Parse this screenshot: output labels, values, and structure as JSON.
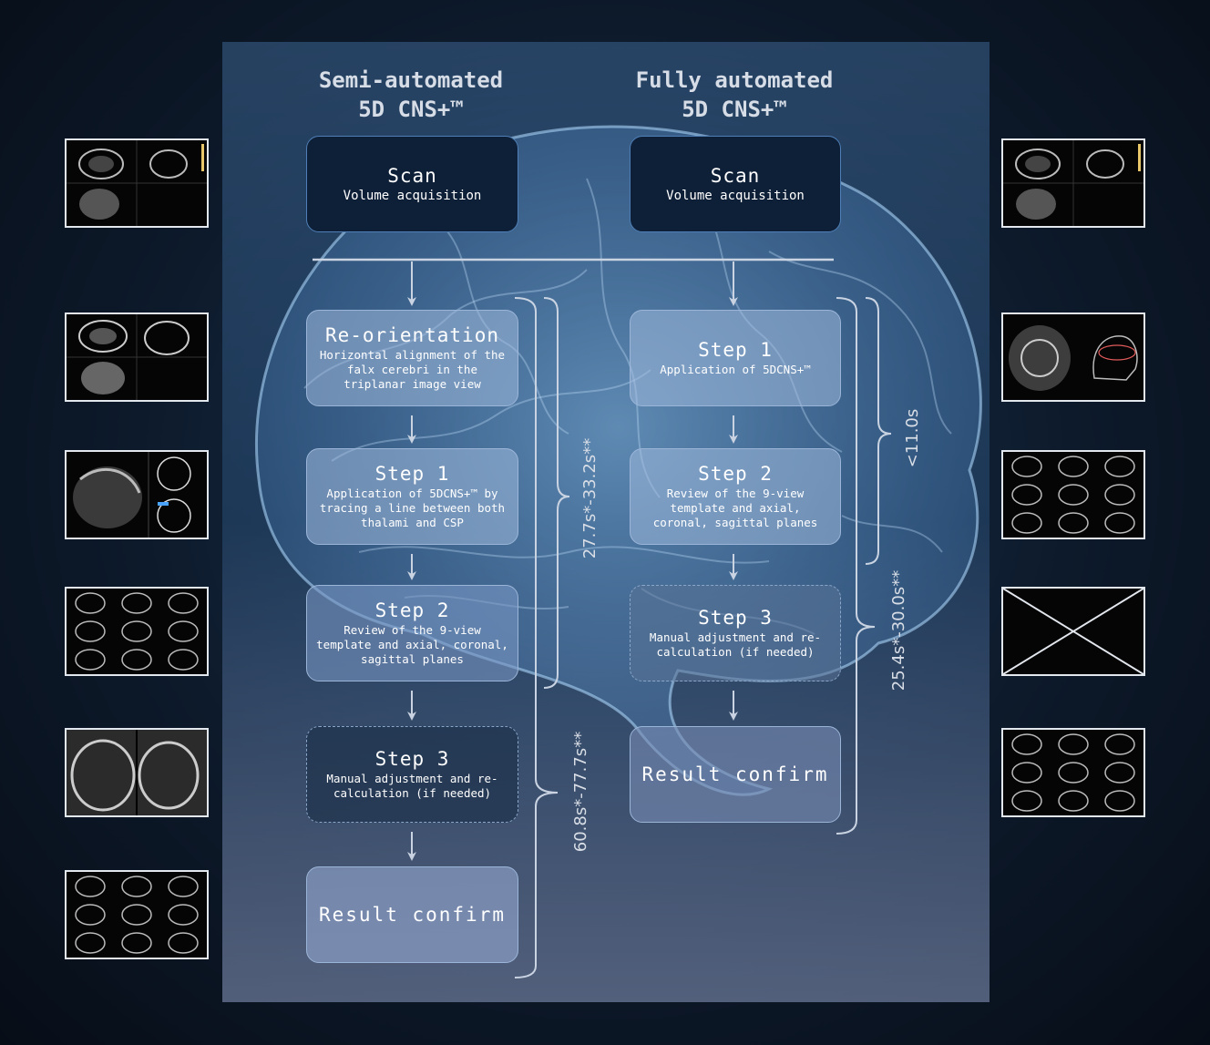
{
  "columns": {
    "semi": {
      "title_line1": "Semi-automated",
      "title_line2": "5D CNS+™"
    },
    "full": {
      "title_line1": "Fully automated",
      "title_line2": "5D CNS+™"
    }
  },
  "semi_steps": [
    {
      "title": "Scan",
      "subtitle": "Volume acquisition"
    },
    {
      "title": "Re-orientation",
      "subtitle": "Horizontal alignment of the falx cerebri in the triplanar image view"
    },
    {
      "title": "Step 1",
      "subtitle": "Application of 5DCNS+™ by tracing a line between both thalami and CSP"
    },
    {
      "title": "Step 2",
      "subtitle": "Review of the 9-view template and axial, coronal, sagittal planes"
    },
    {
      "title": "Step 3",
      "subtitle": "Manual adjustment and re-calculation (if needed)"
    },
    {
      "title": "Result confirm",
      "subtitle": ""
    }
  ],
  "full_steps": [
    {
      "title": "Scan",
      "subtitle": "Volume acquisition"
    },
    {
      "title": "Step 1",
      "subtitle": "Application of 5DCNS+™"
    },
    {
      "title": "Step 2",
      "subtitle": "Review of the 9-view template and axial, coronal, sagittal planes"
    },
    {
      "title": "Step 3",
      "subtitle": "Manual adjustment and re-calculation (if needed)"
    },
    {
      "title": "Result confirm",
      "subtitle": ""
    }
  ],
  "timings": {
    "semi_steps_1_2": "27.7s*-33.2s**",
    "semi_total": "60.8s*-77.7s**",
    "full_steps_1_2": "<11.0s",
    "full_total": "25.4s*-30.0s**"
  },
  "colors": {
    "background": "#0d1a2b",
    "dark_box": "#0e2038",
    "box_border": "#4f7fb6",
    "text": "#ffffff",
    "lines": "#c9d3e2"
  }
}
